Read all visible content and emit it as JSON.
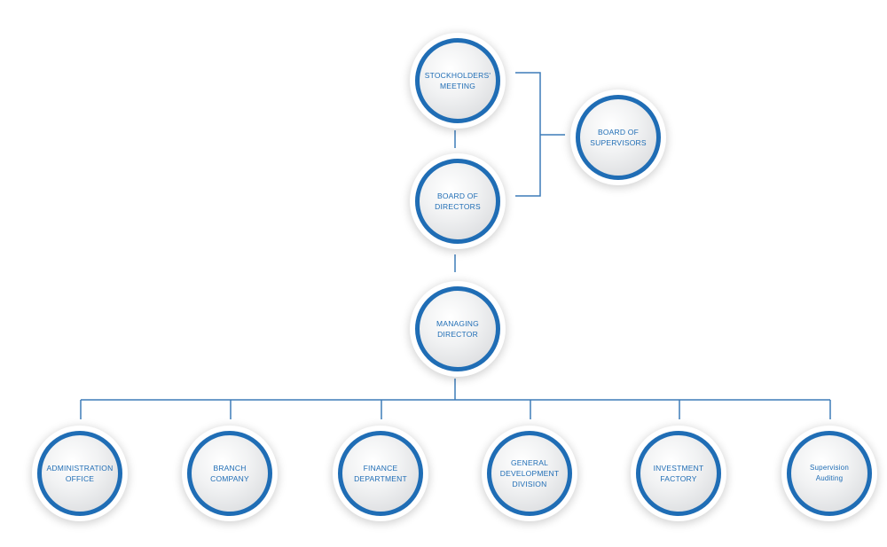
{
  "org_chart": {
    "line_color": "#3d7cb8",
    "node_border_color": "#1f6db5",
    "label_color": "#1f6db5",
    "top": {
      "stockholders": {
        "line1": "STOCKHOLDERS'",
        "line2": "MEETING"
      },
      "supervisors": {
        "line1": "BOARD OF",
        "line2": "SUPERVISORS"
      },
      "directors": {
        "line1": "BOARD OF",
        "line2": "DIRECTORS"
      },
      "managing": {
        "line1": "MANAGING",
        "line2": "DIRECTOR"
      }
    },
    "departments": [
      {
        "line1": "ADMINISTRATION",
        "line2": "OFFICE",
        "line3": ""
      },
      {
        "line1": "BRANCH",
        "line2": "COMPANY",
        "line3": ""
      },
      {
        "line1": "FINANCE",
        "line2": "DEPARTMENT",
        "line3": ""
      },
      {
        "line1": "GENERAL",
        "line2": "DEVELOPMENT",
        "line3": "DIVISION"
      },
      {
        "line1": "INVESTMENT",
        "line2": "FACTORY",
        "line3": ""
      },
      {
        "line1": "Supervision",
        "line2": "Auditing",
        "line3": ""
      }
    ]
  }
}
